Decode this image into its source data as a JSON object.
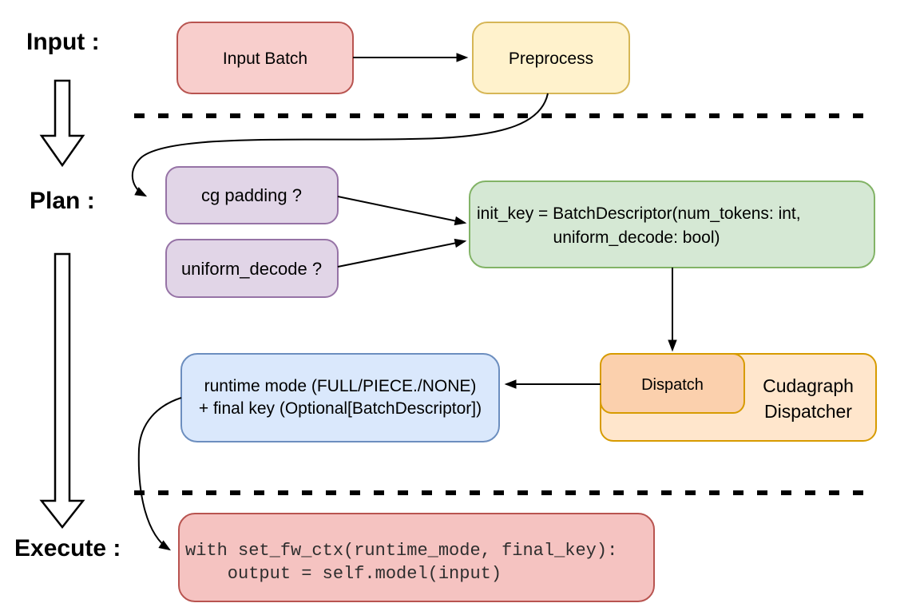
{
  "stage_labels": {
    "input": "Input :",
    "plan": "Plan :",
    "execute": "Execute :"
  },
  "nodes": {
    "input_batch": {
      "label": "Input Batch"
    },
    "preprocess": {
      "label": "Preprocess"
    },
    "cg_padding": {
      "label": "cg padding ?"
    },
    "uniform_decode": {
      "label": "uniform_decode ?"
    },
    "init_key": {
      "line1": "init_key = BatchDescriptor(num_tokens: int,",
      "line2": "uniform_decode: bool)"
    },
    "dispatch": {
      "label": "Dispatch"
    },
    "cudagraph_dispatcher": {
      "line1": "Cudagraph",
      "line2": "Dispatcher"
    },
    "runtime_result": {
      "line1": "runtime mode (FULL/PIECE./NONE)",
      "line2": "+ final key (Optional[BatchDescriptor])"
    },
    "execute_code": {
      "line1": "with set_fw_ctx(runtime_mode, final_key):",
      "line2": "    output = self.model(input)"
    }
  },
  "colors": {
    "red_fill": "#f8cecc",
    "red_stroke": "#b85450",
    "code_fill": "#f5c3c1",
    "yellow_fill": "#fff2cc",
    "yellow_stroke": "#d6b656",
    "purple_fill": "#e1d5e7",
    "purple_stroke": "#9673a6",
    "green_fill": "#d5e8d4",
    "green_stroke": "#82b366",
    "blue_fill": "#dae8fc",
    "blue_stroke": "#6c8ebf",
    "orange_outer_fill": "#ffe6cc",
    "orange_inner_fill": "#fbd0ad",
    "orange_stroke": "#d79b00",
    "line_color": "#000000"
  }
}
